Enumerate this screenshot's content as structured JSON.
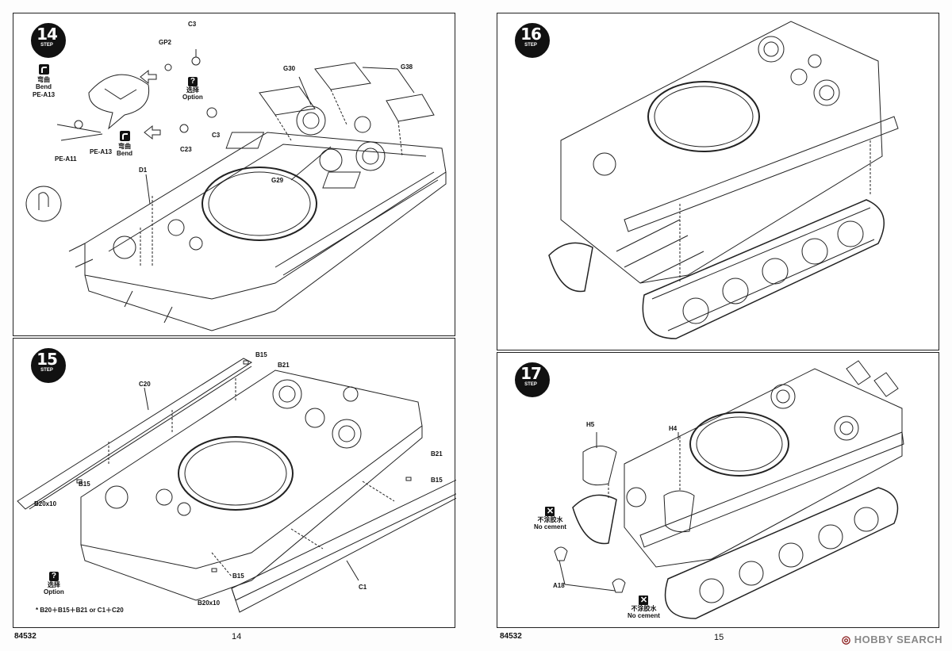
{
  "steps": [
    {
      "number": "14",
      "label": "STEP"
    },
    {
      "number": "15",
      "label": "STEP"
    },
    {
      "number": "16",
      "label": "STEP"
    },
    {
      "number": "17",
      "label": "STEP"
    }
  ],
  "step14": {
    "callouts": {
      "gp2": "GP2",
      "c3_top": "C3",
      "g30": "G30",
      "g38": "G38",
      "c23": "C23",
      "c3_mid": "C3",
      "d1": "D1",
      "g29": "G29",
      "pe_a11": "PE-A11",
      "pe_a13": "PE-A13"
    },
    "bend_note_1": {
      "cn": "弯曲",
      "en": "Bend",
      "part": "PE-A13"
    },
    "bend_note_2": {
      "cn": "弯曲",
      "en": "Bend"
    },
    "option_note": {
      "cn": "选择",
      "en": "Option"
    }
  },
  "step15": {
    "callouts": {
      "c20": "C20",
      "b15_top": "B15",
      "b21_top": "B21",
      "b21_right": "B21",
      "b15_right": "B15",
      "b15_left": "B15",
      "b20x10_left": "B20x10",
      "c1": "C1",
      "b15_bottom": "B15",
      "b20x10_bottom": "B20x10"
    },
    "option_note": {
      "cn": "选择",
      "en": "Option"
    },
    "formula": "* B20＋B15＋B21  or  C1＋C20"
  },
  "step17": {
    "callouts": {
      "h5": "H5",
      "h4": "H4",
      "a18": "A18"
    },
    "no_cement_1": {
      "cn": "不涂胶水",
      "en": "No cement"
    },
    "no_cement_2": {
      "cn": "不涂胶水",
      "en": "No cement"
    }
  },
  "footer": {
    "left_code": "84532",
    "left_page": "14",
    "right_code": "84532",
    "right_page": "15",
    "watermark_brand": "HOBBY SEARCH"
  }
}
